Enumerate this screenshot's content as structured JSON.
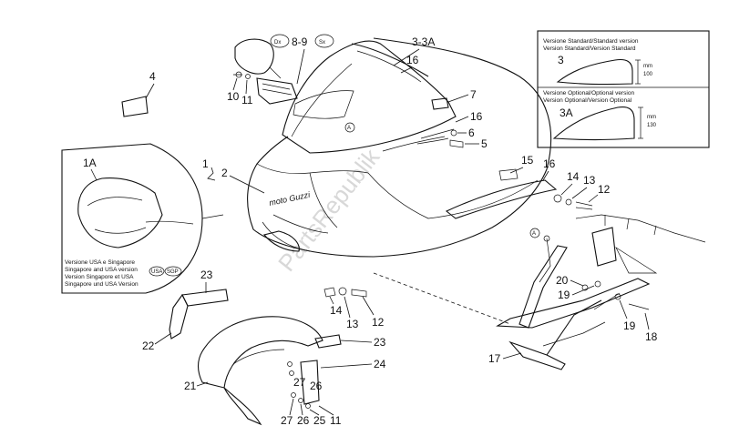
{
  "watermark": "PartsRepublik",
  "callouts": {
    "c1": "1",
    "c1A": "1A",
    "c2": "2",
    "c3_3A": "3-3A",
    "c4": "4",
    "c5": "5",
    "c6": "6",
    "c7": "7",
    "c8_9": "8-9",
    "c10": "10",
    "c11": "11",
    "c12": "12",
    "c13": "13",
    "c14": "14",
    "c15": "15",
    "c16a": "16",
    "c16b": "16",
    "c16c": "16",
    "c17": "17",
    "c18": "18",
    "c19a": "19",
    "c19b": "19",
    "c20": "20",
    "c21": "21",
    "c22": "22",
    "c23a": "23",
    "c23b": "23",
    "c24": "24",
    "c12b": "12",
    "c13b": "13",
    "c14b": "14",
    "c27a": "27",
    "c26a": "26",
    "c27b": "27",
    "c26b": "26",
    "c25": "25",
    "c11b": "11",
    "a_marker": "A",
    "dx": "Dx",
    "sx": "Sx"
  },
  "inset_versions": {
    "standard_title_1": "Versione Standard/Standard version",
    "standard_title_2": "Version Standard/Version Standard",
    "standard_num": "3",
    "standard_mm": "mm",
    "standard_val": "100",
    "optional_title": "Versione Optional/Optional version",
    "optional_title_2": "Version Optional/Version Optional",
    "optional_num": "3A",
    "optional_mm": "mm",
    "optional_val": "130"
  },
  "inset_usa": {
    "line1": "Versione USA e Singapore",
    "line2": "Singapore and USA version",
    "line3": "Version Singapore et USA",
    "line4": "Singapore und USA Version",
    "badge_usa": "USA",
    "badge_sgp": "SGP"
  },
  "fairing_brand": "moto Guzzi"
}
